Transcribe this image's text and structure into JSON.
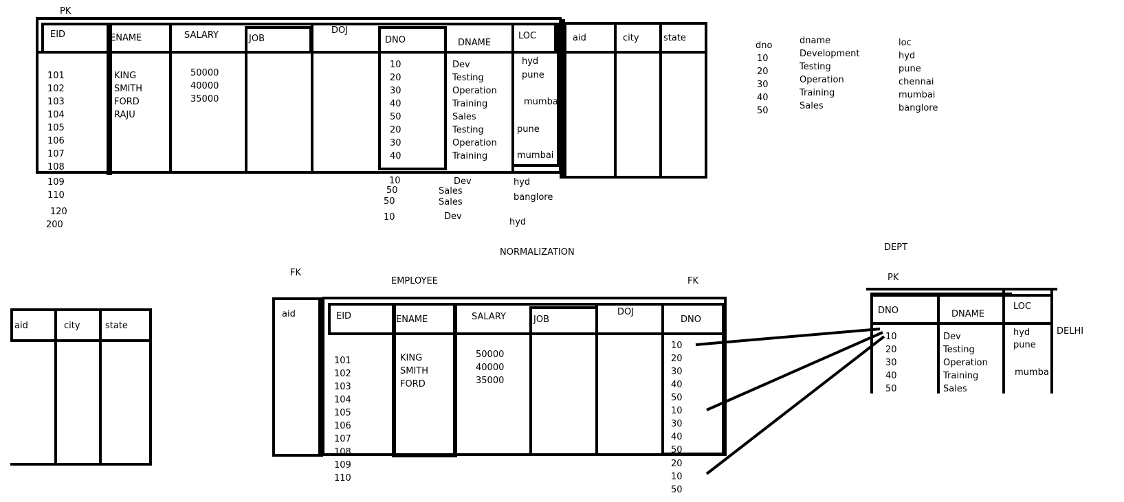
{
  "labels": {
    "pk_top": "PK",
    "normalization": "NORMALIZATION",
    "dept": "DEPT",
    "pk_dept": "PK",
    "fk_left": "FK",
    "employee": "EMPLOYEE",
    "fk_right": "FK",
    "delhi": "DELHI"
  },
  "top_table": {
    "headers": [
      "EID",
      "ENAME",
      "SALARY",
      "JOB",
      "DOJ",
      "DNO",
      "DNAME",
      "LOC"
    ],
    "eid": [
      "101",
      "102",
      "103",
      "104",
      "105",
      "106",
      "107",
      "108"
    ],
    "eid_below": [
      "109",
      "110"
    ],
    "eid_extra": [
      "120",
      "200"
    ],
    "ename": [
      "KING",
      "SMITH",
      "FORD",
      "RAJU"
    ],
    "salary": [
      "50000",
      "40000",
      "35000"
    ],
    "dno": [
      "10",
      "20",
      "30",
      "40",
      "50",
      "20",
      "30",
      "40"
    ],
    "dname": [
      "Dev",
      "Testing",
      "Operation",
      "Training",
      "Sales",
      "Testing",
      "Operation",
      "Training"
    ],
    "loc": [
      "hyd",
      "pune",
      "mumba",
      "pune",
      "mumbai"
    ],
    "below_dno": [
      "10",
      "50",
      "50",
      "10"
    ],
    "below_dname": [
      "Dev",
      "Sales",
      "Sales",
      "Dev"
    ],
    "below_loc": [
      "hyd",
      "banglore",
      "hyd"
    ]
  },
  "addr_top": {
    "headers": [
      "aid",
      "city",
      "state"
    ]
  },
  "dept_list": {
    "headers": [
      "dno",
      "dname",
      "loc"
    ],
    "dno": [
      "10",
      "20",
      "30",
      "40",
      "50"
    ],
    "dname": [
      "Development",
      "Testing",
      "Operation",
      "Training",
      "Sales"
    ],
    "loc": [
      "hyd",
      "pune",
      "chennai",
      "mumbai",
      "banglore"
    ]
  },
  "addr_left": {
    "headers": [
      "aid",
      "city",
      "state"
    ]
  },
  "employee_table": {
    "aid_header": "aid",
    "headers": [
      "EID",
      "ENAME",
      "SALARY",
      "JOB",
      "DOJ",
      "DNO"
    ],
    "eid": [
      "101",
      "102",
      "103",
      "104",
      "105",
      "106",
      "107",
      "108"
    ],
    "eid_below": [
      "109",
      "110"
    ],
    "ename": [
      "KING",
      "SMITH",
      "FORD"
    ],
    "salary": [
      "50000",
      "40000",
      "35000"
    ],
    "dno": [
      "10",
      "20",
      "30",
      "40",
      "50",
      "10",
      "30",
      "40",
      "50"
    ],
    "dno_below": [
      "20",
      "10",
      "50"
    ]
  },
  "dept_table": {
    "headers": [
      "DNO",
      "DNAME",
      "LOC"
    ],
    "dno": [
      "10",
      "20",
      "30",
      "40",
      "50"
    ],
    "dname": [
      "Dev",
      "Testing",
      "Operation",
      "Training",
      "Sales"
    ],
    "loc": [
      "hyd",
      "pune",
      "",
      "mumba"
    ]
  }
}
